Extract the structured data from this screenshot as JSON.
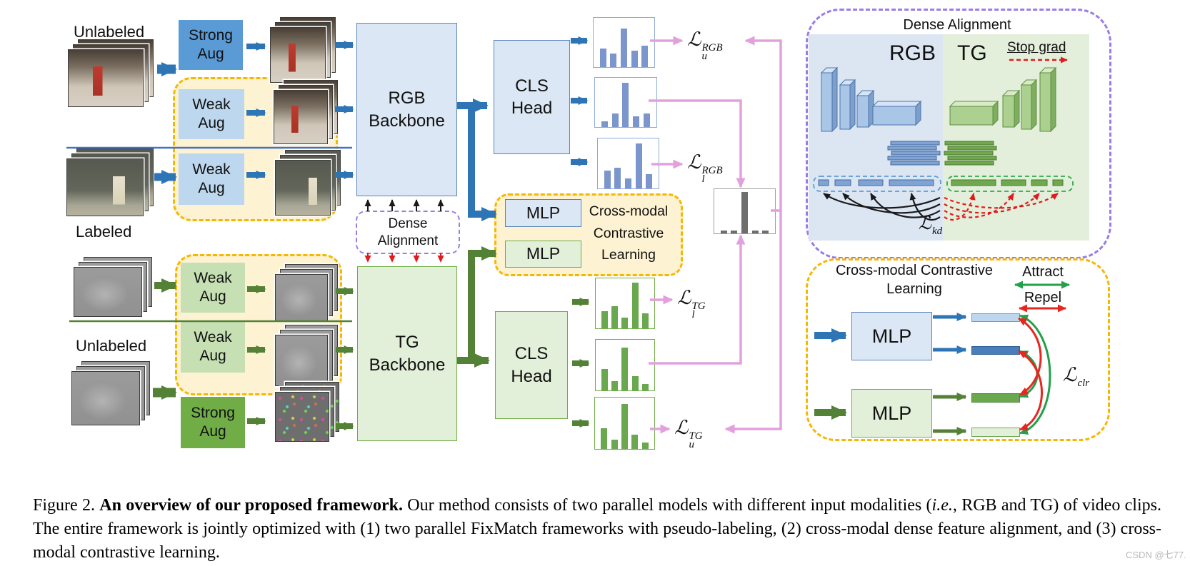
{
  "colors": {
    "blue_accent": "#2e75b6",
    "blue_strong": "#5b9bd5",
    "blue_weak": "#bdd7ee",
    "green_accent": "#538135",
    "green_strong": "#70ad47",
    "green_weak": "#c6e0b4",
    "orange_dashed": "#f5b800",
    "cream_fill": "#fdf2d2",
    "purple_dashed": "#9a7ce8",
    "pink_line": "#e2a0dd",
    "attract_green": "#22a04a",
    "repel_red": "#e8251f"
  },
  "left_column": {
    "unlabeled_top_label": "Unlabeled",
    "labeled_label": "Labeled",
    "unlabeled_bottom_label": "Unlabeled",
    "strong_aug_rgb": "Strong Aug",
    "weak_aug_rgb_unlabeled": "Weak Aug",
    "weak_aug_rgb_labeled": "Weak Aug",
    "weak_aug_tg_labeled": "Weak Aug",
    "weak_aug_tg_unlabeled": "Weak Aug",
    "strong_aug_tg": "Strong Aug"
  },
  "pipeline": {
    "rgb_backbone": "RGB Backbone",
    "tg_backbone": "TG Backbone",
    "cls_head_rgb": "CLS Head",
    "cls_head_tg": "CLS Head",
    "dense_alignment_box": "Dense Alignment",
    "mlp_rgb": "MLP",
    "mlp_tg": "MLP",
    "cross_modal_box": "Cross-modal Contrastive Learning"
  },
  "losses": {
    "lu_rgb": {
      "base": "ℒ",
      "sup": "RGB",
      "sub": "u"
    },
    "ll_rgb": {
      "base": "ℒ",
      "sup": "RGB",
      "sub": "l"
    },
    "ll_tg": {
      "base": "ℒ",
      "sup": "TG",
      "sub": "l"
    },
    "lu_tg": {
      "base": "ℒ",
      "sup": "TG",
      "sub": "u"
    },
    "lkd": {
      "base": "ℒ",
      "sup": "",
      "sub": "kd"
    },
    "lclr": {
      "base": "ℒ",
      "sup": "",
      "sub": "clr"
    }
  },
  "dense_panel": {
    "title": "Dense Alignment",
    "rgb_label": "RGB",
    "tg_label": "TG",
    "stop_grad_label": "Stop grad"
  },
  "contrastive_panel": {
    "title": "Cross-modal Contrastive Learning",
    "attract_label": "Attract",
    "repel_label": "Repel",
    "mlp_rgb": "MLP",
    "mlp_tg": "MLP"
  },
  "histograms": {
    "rgb_unlabeled_strong": {
      "bars": [
        0.38,
        0.28,
        0.78,
        0.33,
        0.43
      ],
      "color": "#7b96cc"
    },
    "rgb_unlabeled_weak": {
      "bars": [
        0.12,
        0.28,
        0.9,
        0.22,
        0.27
      ],
      "color": "#7b96cc"
    },
    "rgb_labeled_weak": {
      "bars": [
        0.36,
        0.42,
        0.2,
        0.9,
        0.28
      ],
      "color": "#7b96cc"
    },
    "tg_labeled_weak": {
      "bars": [
        0.35,
        0.45,
        0.22,
        0.92,
        0.3
      ],
      "color": "#6aa84f"
    },
    "tg_unlabeled_weak": {
      "bars": [
        0.42,
        0.18,
        0.85,
        0.28,
        0.12
      ],
      "color": "#6aa84f"
    },
    "tg_unlabeled_strong": {
      "bars": [
        0.4,
        0.18,
        0.88,
        0.28,
        0.12
      ],
      "color": "#6aa84f"
    },
    "pseudo_label": {
      "bars": [
        0.07,
        0.07,
        0.93,
        0.07,
        0.07
      ],
      "color": "#6e6e6e"
    }
  },
  "caption": {
    "parts": [
      {
        "text": "Figure 2.  ",
        "style": "normal"
      },
      {
        "text": "An overview of our proposed framework.",
        "style": "bold"
      },
      {
        "text": "  Our method consists of two parallel models with different input modalities (",
        "style": "normal"
      },
      {
        "text": "i.e.",
        "style": "italic"
      },
      {
        "text": ", RGB and TG) of video clips. The entire framework is jointly optimized with (1) two parallel FixMatch frameworks with pseudo-labeling, (2) cross-modal dense feature alignment, and (3) cross-modal contrastive learning.",
        "style": "normal"
      }
    ]
  },
  "watermark": "CSDN @七77."
}
